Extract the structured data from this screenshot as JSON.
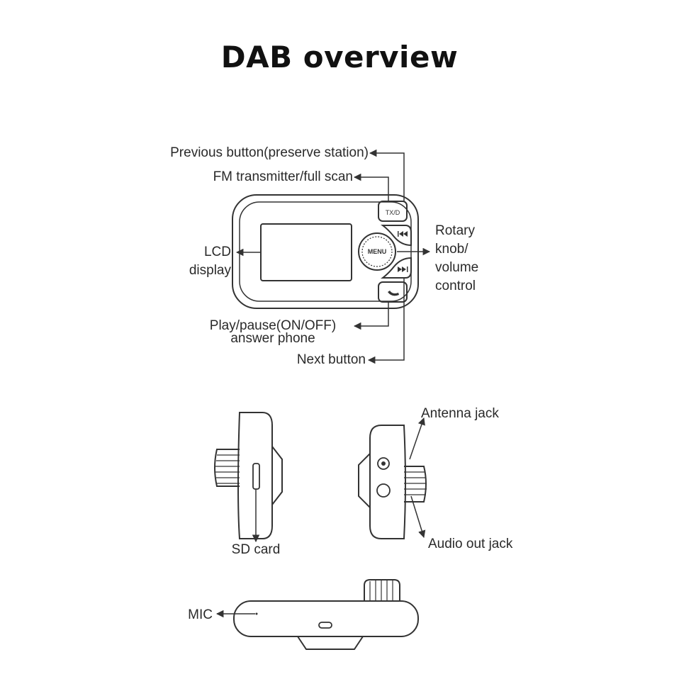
{
  "title": "DAB overview",
  "labels": {
    "previous_button": "Previous button(preserve station)",
    "fm_transmitter": "FM transmitter/full scan",
    "lcd_line1": "LCD",
    "lcd_line2": "display",
    "rotary_line1": "Rotary",
    "rotary_line2": "knob/",
    "rotary_line3": "volume",
    "rotary_line4": "control",
    "play_pause_line1": "Play/pause(ON/OFF)",
    "play_pause_line2": "answer phone",
    "next_button": "Next button",
    "antenna_jack": "Antenna jack",
    "sd_card": "SD card",
    "audio_out_jack": "Audio out jack",
    "mic": "MIC"
  },
  "device_buttons": {
    "tx_label": "TX/D",
    "menu_label": "MENU"
  },
  "colors": {
    "line": "#333333",
    "text": "#2a2a2a",
    "title": "#111111"
  }
}
